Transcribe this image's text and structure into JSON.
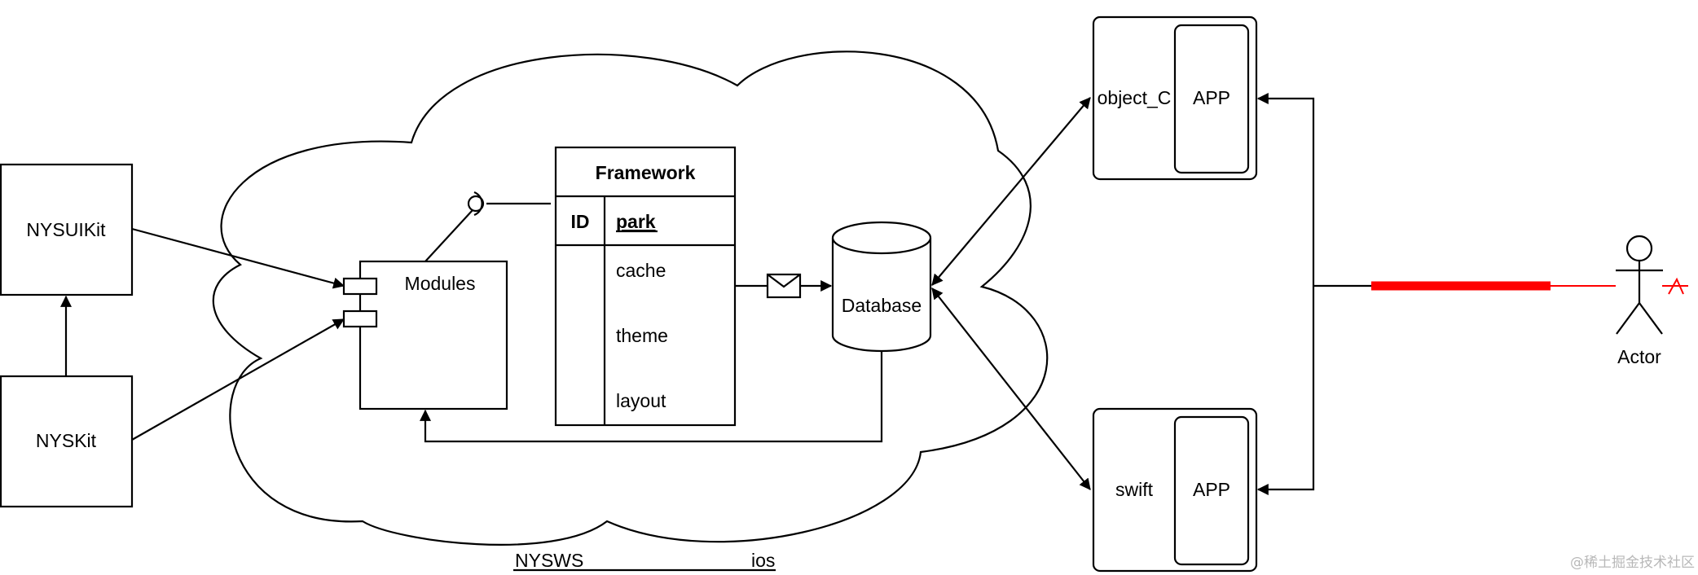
{
  "boxes": {
    "nysuikit": "NYSUIKit",
    "nyskit": "NYSKit",
    "modules": "Modules",
    "database": "Database"
  },
  "framework_table": {
    "title": "Framework",
    "key_col": "ID",
    "key_field": "park",
    "fields": [
      "cache",
      "theme",
      "layout"
    ]
  },
  "apps": {
    "top_side_label": "object_C",
    "top_app_label": "APP",
    "bottom_side_label": "swift",
    "bottom_app_label": "APP"
  },
  "actor": {
    "label": "Actor"
  },
  "footer": {
    "left_label": "NYSWS",
    "right_label": "ios"
  },
  "watermark": "@稀土掘金技术社区",
  "colors": {
    "line": "#000000",
    "highlight": "#ff0000",
    "background": "#ffffff",
    "watermark": "#b8b8b8"
  }
}
